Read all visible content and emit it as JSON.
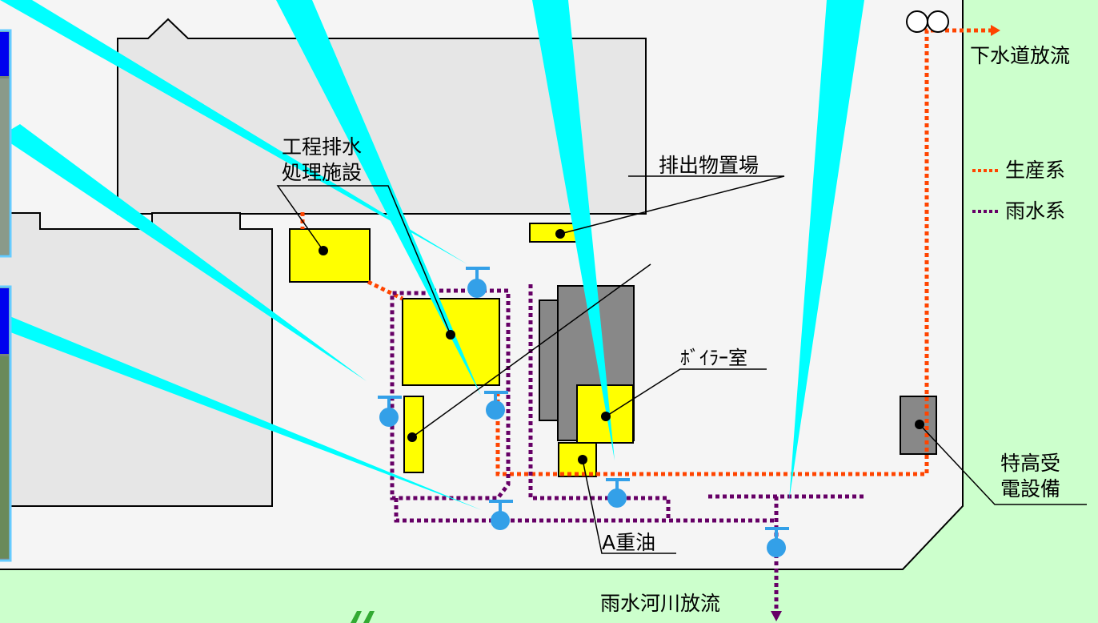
{
  "labels": {
    "process_wastewater_line1": "工程排水",
    "process_wastewater_line2": "処理施設",
    "waste_storage": "排出物置場",
    "boiler_room": "ﾎﾞｲﾗｰ室",
    "heavy_oil": "A重油",
    "substation_line1": "特高受",
    "substation_line2": "電設備",
    "sewer_discharge": "下水道放流",
    "rain_river_discharge": "雨水河川放流"
  },
  "legend": {
    "production": "生産系",
    "rainwater": "雨水系"
  },
  "colors": {
    "background": "#ccffcc",
    "site": "#f5f5f5",
    "building": "#e6e6e6",
    "facility": "#ffff00",
    "equipment": "#888888",
    "production_line": "#ff4400",
    "rainwater_line": "#660066",
    "valve": "#33a0e8",
    "callout_beam": "#00ffff",
    "photo_frame": "#66ccff",
    "photo_header": "#0000ee"
  },
  "icons": {
    "valve": "valve-icon",
    "sewer_manhole": "double-circle-icon",
    "point_marker": "dot-icon"
  }
}
